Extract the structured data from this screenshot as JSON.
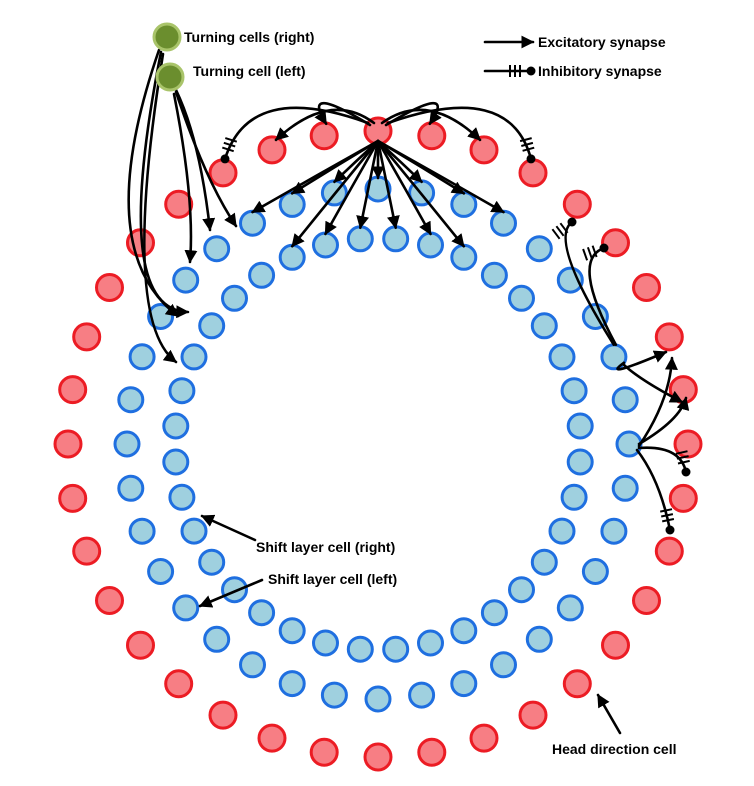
{
  "labels": {
    "turning_right": "Turning cells (right)",
    "turning_left": "Turning cell  (left)",
    "excitatory": "Excitatory synapse",
    "inhibitory": "Inhibitory synapse",
    "shift_right": "Shift layer cell (right)",
    "shift_left": "Shift layer cell (left)",
    "head_direction": "Head direction cell"
  },
  "colors": {
    "head_direction_fill": "#f77e84",
    "head_direction_stroke": "#ec1c24",
    "shift_fill": "#9fd0df",
    "shift_stroke": "#1f6fe0",
    "turning_fill": "#6b8e2e",
    "turning_stroke": "#a9c46a",
    "line": "#000000"
  },
  "counts": {
    "head_direction_cells": 36,
    "shift_cells_outer_ring": 36,
    "shift_cells_inner_ring": 36,
    "turning_cells": 2
  }
}
